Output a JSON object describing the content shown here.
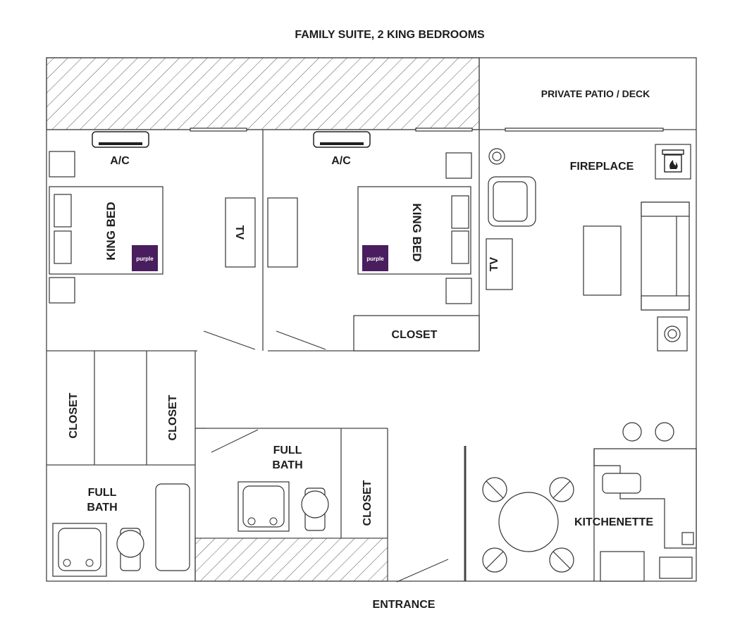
{
  "title": "FAMILY SUITE, 2 KING BEDROOMS",
  "rooms": {
    "patio": "PRIVATE PATIO / DECK",
    "ac_left": "A/C",
    "ac_mid": "A/C",
    "fireplace": "FIREPLACE",
    "bed_left": "KING BED",
    "bed_mid": "KING BED",
    "tv_left": "TV",
    "tv_living": "TV",
    "closet_mid": "CLOSET",
    "closet_left_a": "CLOSET",
    "closet_left_b": "CLOSET",
    "closet_bath": "CLOSET",
    "full_bath_left_1": "FULL",
    "full_bath_left_2": "BATH",
    "full_bath_center_1": "FULL",
    "full_bath_center_2": "BATH",
    "kitchenette": "KITCHENETTE",
    "entrance": "ENTRANCE"
  },
  "branding": {
    "logo_left": "purple",
    "logo_mid": "purple",
    "logo_color": "#4a1d5e"
  },
  "colors": {
    "wall": "#444444",
    "text": "#1d1d1d",
    "hatch": "#555555"
  }
}
